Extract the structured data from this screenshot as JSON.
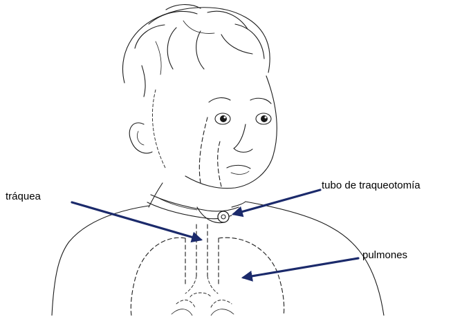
{
  "labels": {
    "trachea": "tráquea",
    "tracheostomy_tube": "tubo de traqueotomía",
    "lungs": "pulmones"
  },
  "colors": {
    "arrow": "#1b2a6b",
    "ink": "#1a1a1a",
    "background": "#ffffff"
  },
  "icons": {
    "arrow": "arrow-icon"
  }
}
